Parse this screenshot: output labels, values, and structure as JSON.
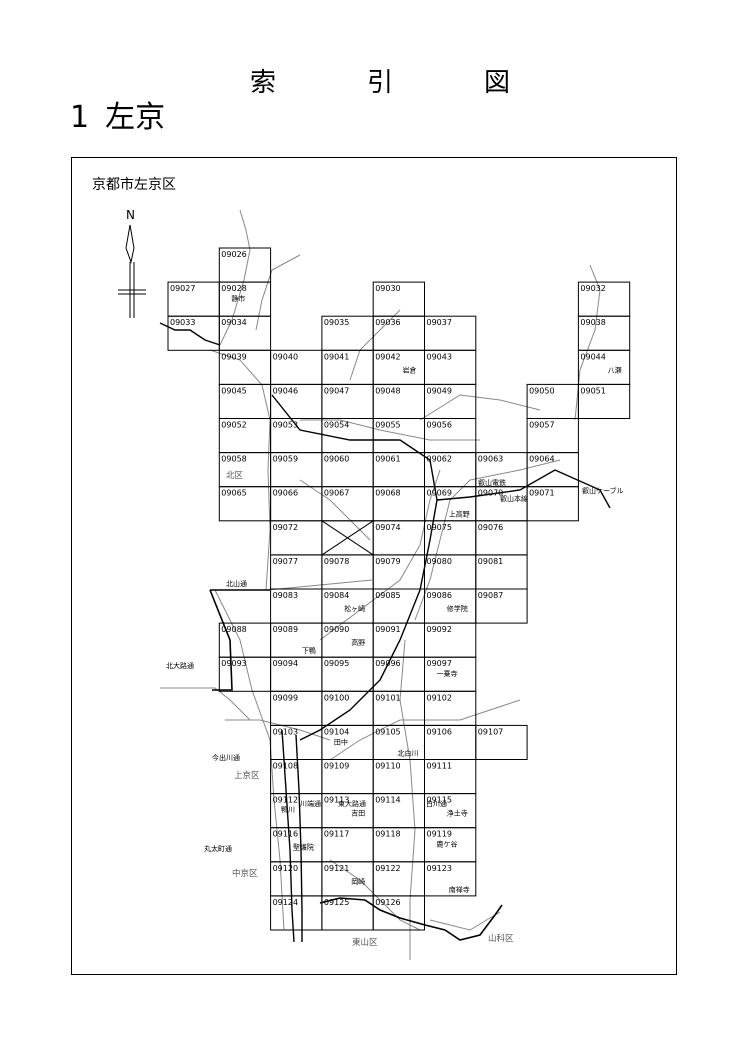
{
  "heading": {
    "chars": [
      "索",
      "引",
      "図"
    ]
  },
  "section": {
    "number": "1",
    "name": "左京"
  },
  "map_title": "京都市左京区",
  "north": "N",
  "cells": [
    {
      "id": "09026",
      "c": 1,
      "r": 0
    },
    {
      "id": "09027",
      "c": 0,
      "r": 1
    },
    {
      "id": "09028",
      "c": 1,
      "r": 1
    },
    {
      "id": "09030",
      "c": 4,
      "r": 1
    },
    {
      "id": "09032",
      "c": 8,
      "r": 1
    },
    {
      "id": "09033",
      "c": 0,
      "r": 2
    },
    {
      "id": "09034",
      "c": 1,
      "r": 2
    },
    {
      "id": "09035",
      "c": 3,
      "r": 2
    },
    {
      "id": "09036",
      "c": 4,
      "r": 2
    },
    {
      "id": "09037",
      "c": 5,
      "r": 2
    },
    {
      "id": "09038",
      "c": 8,
      "r": 2
    },
    {
      "id": "09039",
      "c": 1,
      "r": 3
    },
    {
      "id": "09040",
      "c": 2,
      "r": 3
    },
    {
      "id": "09041",
      "c": 3,
      "r": 3
    },
    {
      "id": "09042",
      "c": 4,
      "r": 3
    },
    {
      "id": "09043",
      "c": 5,
      "r": 3
    },
    {
      "id": "09044",
      "c": 8,
      "r": 3
    },
    {
      "id": "09045",
      "c": 1,
      "r": 4
    },
    {
      "id": "09046",
      "c": 2,
      "r": 4
    },
    {
      "id": "09047",
      "c": 3,
      "r": 4
    },
    {
      "id": "09048",
      "c": 4,
      "r": 4
    },
    {
      "id": "09049",
      "c": 5,
      "r": 4
    },
    {
      "id": "09050",
      "c": 7,
      "r": 4
    },
    {
      "id": "09051",
      "c": 8,
      "r": 4
    },
    {
      "id": "09052",
      "c": 1,
      "r": 5
    },
    {
      "id": "09053",
      "c": 2,
      "r": 5
    },
    {
      "id": "09054",
      "c": 3,
      "r": 5
    },
    {
      "id": "09055",
      "c": 4,
      "r": 5
    },
    {
      "id": "09056",
      "c": 5,
      "r": 5
    },
    {
      "id": "09057",
      "c": 7,
      "r": 5
    },
    {
      "id": "09058",
      "c": 1,
      "r": 6
    },
    {
      "id": "09059",
      "c": 2,
      "r": 6
    },
    {
      "id": "09060",
      "c": 3,
      "r": 6
    },
    {
      "id": "09061",
      "c": 4,
      "r": 6
    },
    {
      "id": "09062",
      "c": 5,
      "r": 6
    },
    {
      "id": "09063",
      "c": 6,
      "r": 6
    },
    {
      "id": "09064",
      "c": 7,
      "r": 6
    },
    {
      "id": "09065",
      "c": 1,
      "r": 7
    },
    {
      "id": "09066",
      "c": 2,
      "r": 7
    },
    {
      "id": "09067",
      "c": 3,
      "r": 7
    },
    {
      "id": "09068",
      "c": 4,
      "r": 7
    },
    {
      "id": "09069",
      "c": 5,
      "r": 7
    },
    {
      "id": "09070",
      "c": 6,
      "r": 7
    },
    {
      "id": "09071",
      "c": 7,
      "r": 7
    },
    {
      "id": "09072",
      "c": 2,
      "r": 8
    },
    {
      "id": "09074",
      "c": 4,
      "r": 8
    },
    {
      "id": "09075",
      "c": 5,
      "r": 8
    },
    {
      "id": "09076",
      "c": 6,
      "r": 8
    },
    {
      "id": "09077",
      "c": 2,
      "r": 9
    },
    {
      "id": "09078",
      "c": 3,
      "r": 9
    },
    {
      "id": "09079",
      "c": 4,
      "r": 9
    },
    {
      "id": "09080",
      "c": 5,
      "r": 9
    },
    {
      "id": "09081",
      "c": 6,
      "r": 9
    },
    {
      "id": "09083",
      "c": 2,
      "r": 10
    },
    {
      "id": "09084",
      "c": 3,
      "r": 10
    },
    {
      "id": "09085",
      "c": 4,
      "r": 10
    },
    {
      "id": "09086",
      "c": 5,
      "r": 10
    },
    {
      "id": "09087",
      "c": 6,
      "r": 10
    },
    {
      "id": "09088",
      "c": 1,
      "r": 11
    },
    {
      "id": "09089",
      "c": 2,
      "r": 11
    },
    {
      "id": "09090",
      "c": 3,
      "r": 11
    },
    {
      "id": "09091",
      "c": 4,
      "r": 11
    },
    {
      "id": "09092",
      "c": 5,
      "r": 11
    },
    {
      "id": "09093",
      "c": 1,
      "r": 12
    },
    {
      "id": "09094",
      "c": 2,
      "r": 12
    },
    {
      "id": "09095",
      "c": 3,
      "r": 12
    },
    {
      "id": "09096",
      "c": 4,
      "r": 12
    },
    {
      "id": "09097",
      "c": 5,
      "r": 12
    },
    {
      "id": "09099",
      "c": 2,
      "r": 13
    },
    {
      "id": "09100",
      "c": 3,
      "r": 13
    },
    {
      "id": "09101",
      "c": 4,
      "r": 13
    },
    {
      "id": "09102",
      "c": 5,
      "r": 13
    },
    {
      "id": "09103",
      "c": 2,
      "r": 14
    },
    {
      "id": "09104",
      "c": 3,
      "r": 14
    },
    {
      "id": "09105",
      "c": 4,
      "r": 14
    },
    {
      "id": "09106",
      "c": 5,
      "r": 14
    },
    {
      "id": "09107",
      "c": 6,
      "r": 14
    },
    {
      "id": "09108",
      "c": 2,
      "r": 15
    },
    {
      "id": "09109",
      "c": 3,
      "r": 15
    },
    {
      "id": "09110",
      "c": 4,
      "r": 15
    },
    {
      "id": "09111",
      "c": 5,
      "r": 15
    },
    {
      "id": "09112",
      "c": 2,
      "r": 16
    },
    {
      "id": "09113",
      "c": 3,
      "r": 16
    },
    {
      "id": "09114",
      "c": 4,
      "r": 16
    },
    {
      "id": "09115",
      "c": 5,
      "r": 16
    },
    {
      "id": "09116",
      "c": 2,
      "r": 17
    },
    {
      "id": "09117",
      "c": 3,
      "r": 17
    },
    {
      "id": "09118",
      "c": 4,
      "r": 17
    },
    {
      "id": "09119",
      "c": 5,
      "r": 17
    },
    {
      "id": "09120",
      "c": 2,
      "r": 18
    },
    {
      "id": "09121",
      "c": 3,
      "r": 18
    },
    {
      "id": "09122",
      "c": 4,
      "r": 18
    },
    {
      "id": "09123",
      "c": 5,
      "r": 18
    },
    {
      "id": "09124",
      "c": 2,
      "r": 19
    },
    {
      "id": "09125",
      "c": 3,
      "r": 19
    },
    {
      "id": "09126",
      "c": 4,
      "r": 19
    }
  ],
  "crossed_cell": {
    "c": 3,
    "r": 8
  },
  "place_labels": [
    {
      "text": "静市",
      "c": 1,
      "r": 1,
      "pos": "mid"
    },
    {
      "text": "岩倉",
      "c": 4,
      "r": 3,
      "pos": "right"
    },
    {
      "text": "八瀬",
      "c": 8,
      "r": 3,
      "pos": "right"
    },
    {
      "text": "上高野",
      "c": 5,
      "r": 7,
      "pos": "low"
    },
    {
      "text": "松ヶ崎",
      "c": 3,
      "r": 10,
      "pos": "right"
    },
    {
      "text": "修学院",
      "c": 5,
      "r": 10,
      "pos": "right"
    },
    {
      "text": "高野",
      "c": 3,
      "r": 11,
      "pos": "right"
    },
    {
      "text": "下鴨",
      "c": 2,
      "r": 11,
      "pos": "low"
    },
    {
      "text": "一乗寺",
      "c": 5,
      "r": 12,
      "pos": "mid"
    },
    {
      "text": "田中",
      "c": 3,
      "r": 14,
      "pos": "mid"
    },
    {
      "text": "北白川",
      "c": 4,
      "r": 14,
      "pos": "low"
    },
    {
      "text": "吉田",
      "c": 3,
      "r": 16,
      "pos": "right"
    },
    {
      "text": "浄土寺",
      "c": 5,
      "r": 16,
      "pos": "right"
    },
    {
      "text": "聖護院",
      "c": 2,
      "r": 17,
      "pos": "right"
    },
    {
      "text": "鹿ケ谷",
      "c": 5,
      "r": 17,
      "pos": "mid"
    },
    {
      "text": "岡崎",
      "c": 3,
      "r": 18,
      "pos": "right"
    },
    {
      "text": "南禅寺",
      "c": 5,
      "r": 18,
      "pos": "low"
    }
  ],
  "district_labels": [
    "北区",
    "上京区",
    "中京区",
    "東山区",
    "山科区"
  ],
  "street_labels": [
    "北山通",
    "北大路通",
    "今出川通",
    "丸太町通"
  ],
  "route_labels": [
    "叡山ケーブル",
    "叡山電鉄",
    "叡山本線",
    "川端通",
    "東大路通",
    "白川通",
    "鴨川"
  ]
}
